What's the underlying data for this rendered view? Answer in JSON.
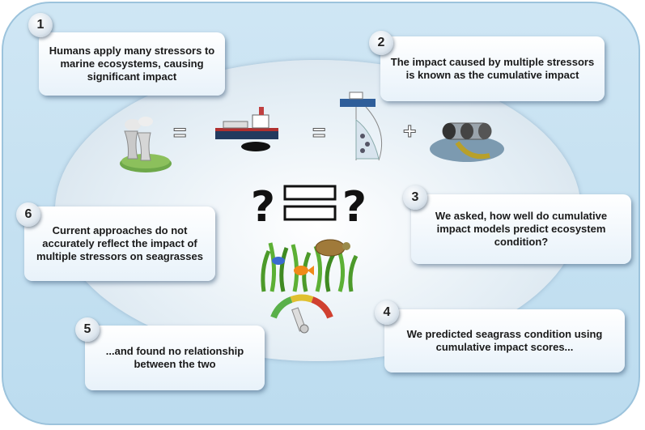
{
  "steps": [
    {
      "number": "1",
      "text": "Humans apply many stressors to marine ecosystems, causing significant impact"
    },
    {
      "number": "2",
      "text": "The impact caused by multiple stressors is known as the cumulative impact"
    },
    {
      "number": "3",
      "text": "We asked, how well do cumulative impact models predict ecosystem condition?"
    },
    {
      "number": "4",
      "text": "We predicted seagrass condition using cumulative impact scores..."
    },
    {
      "number": "5",
      "text": "...and found no relationship between the two"
    },
    {
      "number": "6",
      "text": "Current approaches do not accurately reflect the impact of multiple stressors on seagrasses"
    }
  ],
  "icons": {
    "power_plant": "power-plant-icon",
    "ship": "cargo-ship-icon",
    "fishing": "fishing-boat-icon",
    "pipes": "outfall-pipes-icon",
    "question": "question-mark-icon",
    "seagrass": "seagrass-icon",
    "gauge": "condition-gauge-icon"
  },
  "colors": {
    "frame": "#bcdcef",
    "box": "#e8f2fa"
  }
}
